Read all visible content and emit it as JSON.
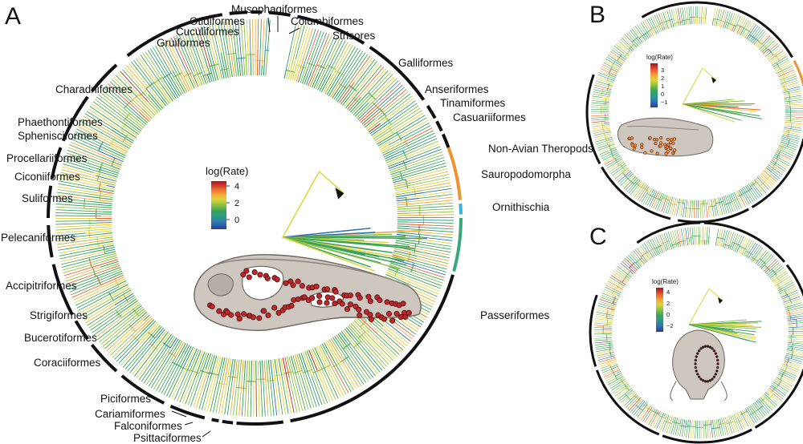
{
  "panels": [
    {
      "letter": "A",
      "legend": {
        "title": "log(Rate)",
        "ticks": [
          "4",
          "2",
          "0"
        ]
      },
      "clades": [
        "Musophagiformes",
        "Otidiformes",
        "Columbiformes",
        "Cuculiformes",
        "Gruiformes",
        "Strisores",
        "Galliformes",
        "Anseriformes",
        "Tinamiformes",
        "Casuariiformes",
        "Charadriiformes",
        "Phaethontiformes",
        "Sphenisciformes",
        "Procellariiformes",
        "Ciconiiformes",
        "Suliformes",
        "Pelecaniformes",
        "Non-Avian Theropods",
        "Sauropodomorpha",
        "Ornithischia",
        "Accipitriformes",
        "Strigiformes",
        "Bucerotiformes",
        "Coraciiformes",
        "Passeriformes",
        "Piciformes",
        "Cariamiformes",
        "Falconiformes",
        "Psittaciformes"
      ]
    },
    {
      "letter": "B",
      "legend": {
        "title": "log(Rate)",
        "ticks": [
          "3",
          "2",
          "1",
          "0",
          "−1"
        ]
      }
    },
    {
      "letter": "C",
      "legend": {
        "title": "log(Rate)",
        "ticks": [
          "4",
          "2",
          "0",
          "−2"
        ]
      }
    }
  ],
  "colors": {
    "rate_scale": [
      "#2c3a8f",
      "#2f6fb3",
      "#2b9a8c",
      "#3aa35a",
      "#8cc043",
      "#e0d43a",
      "#f2a93b",
      "#e9612f",
      "#c42a2a",
      "#8e1d1d"
    ],
    "non_avian_theropods": "#f0922f",
    "sauropodomorpha": "#3fb0d9",
    "ornithischia": "#3aa77a",
    "skull": "#c9c3bd",
    "landmark": "#c0262a"
  }
}
